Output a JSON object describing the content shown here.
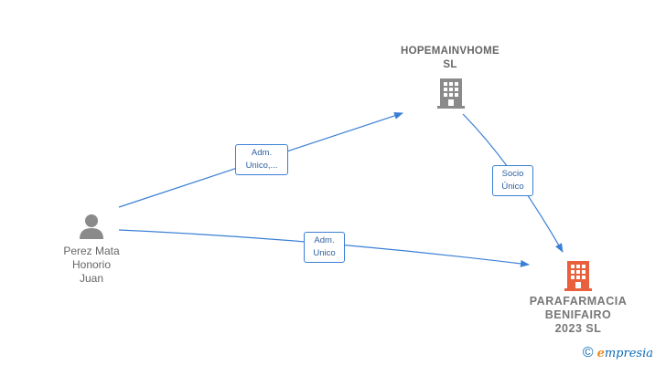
{
  "nodes": {
    "hopemainvhome": {
      "label": "HOPEMAINVHOME\nSL",
      "icon": "building-icon",
      "color": "#8a8a8a"
    },
    "parafarmacia": {
      "label": "PARAFARMACIA\nBENIFAIRO\n2023  SL",
      "icon": "building-icon",
      "color": "#e8603c"
    },
    "perez": {
      "label": "Perez Mata\nHonorio\nJuan",
      "icon": "person-icon",
      "color": "#8a8a8a"
    }
  },
  "edges": {
    "adm_unico_1": {
      "label": "Adm.\nUnico,..."
    },
    "socio_unico": {
      "label": "Socio\nÚnico"
    },
    "adm_unico_2": {
      "label": "Adm.\nUnico"
    }
  },
  "colors": {
    "edge": "#3a7fd5"
  },
  "watermark": {
    "symbol": "©",
    "brand_first": "e",
    "brand_rest": "mpresia"
  }
}
